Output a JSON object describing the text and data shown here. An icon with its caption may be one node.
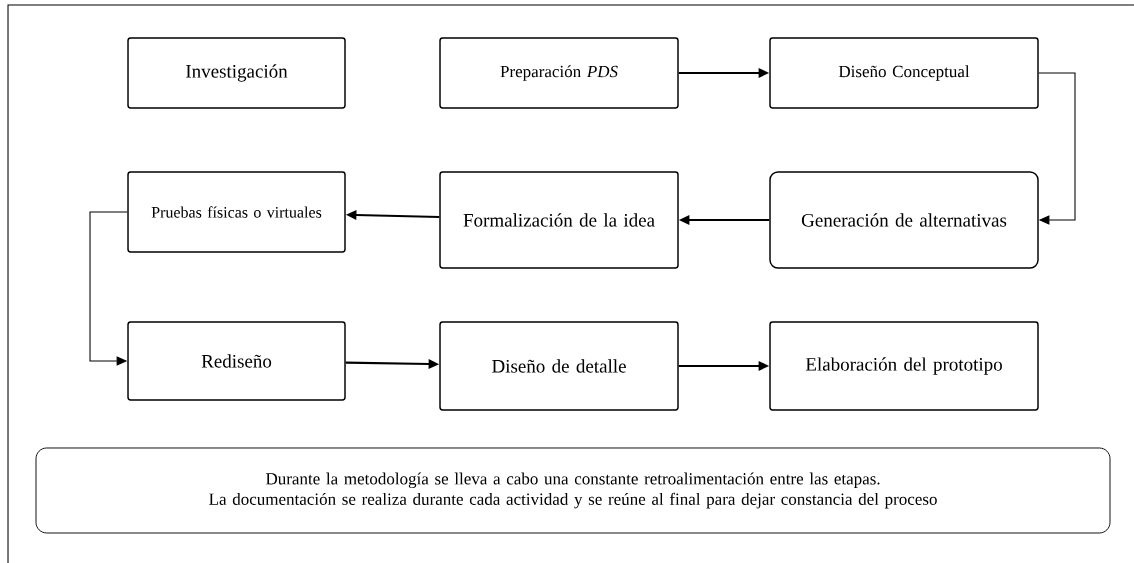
{
  "diagram": {
    "nodes": [
      {
        "text": [
          "Investigación"
        ]
      },
      {
        "text": [
          "Preparación *PDS*"
        ]
      },
      {
        "text": [
          "Diseño Conceptual"
        ]
      },
      {
        "text": [
          "Generación de alternativas"
        ]
      },
      {
        "text": [
          "Formalización de la idea"
        ]
      },
      {
        "text": [
          "Pruebas físicas o virtuales"
        ]
      },
      {
        "text": [
          "Rediseño"
        ]
      },
      {
        "text": [
          "Diseño de detalle"
        ]
      },
      {
        "text": [
          "Elaboración del prototipo"
        ]
      },
      {
        "text": [
          "Durante la metodología se lleva a cabo una constante retroalimentación entre las etapas.",
          "La documentación se realiza durante cada actividad y se reúne al final para dejar constancia del proceso"
        ]
      }
    ],
    "edges": [
      {
        "from": 1,
        "to": 2,
        "arrow": "to"
      },
      {
        "from": 2,
        "to": 3,
        "arrow": "to"
      },
      {
        "from": 3,
        "to": 4,
        "arrow": "to"
      },
      {
        "from": 4,
        "to": 5,
        "arrow": "to"
      },
      {
        "from": 5,
        "to": 6,
        "arrow": "to"
      },
      {
        "from": 6,
        "to": 7,
        "arrow": "to"
      },
      {
        "from": 7,
        "to": 8,
        "arrow": "to"
      }
    ]
  }
}
